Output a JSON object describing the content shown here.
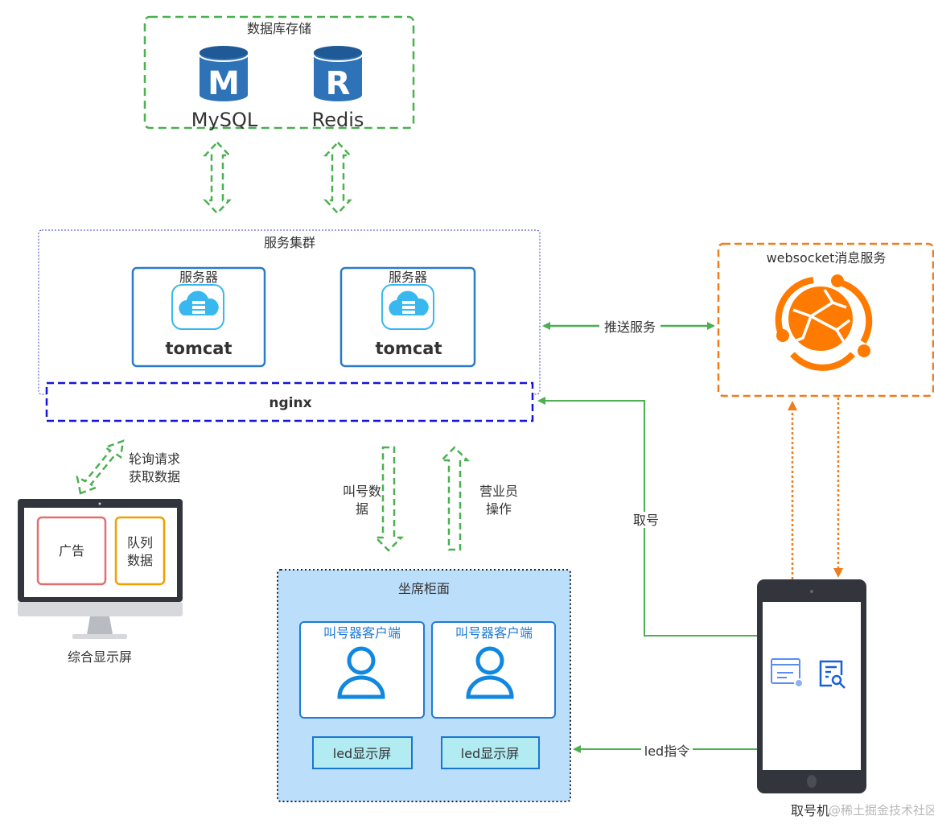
{
  "colors": {
    "green_link": "#4caf50",
    "blue_db": "#2e73b8",
    "nginx_blue": "#1515d8",
    "orange": "#f07c1a",
    "counter_fill": "#bbdefb",
    "led_fill": "#b2ebf2",
    "client_blue": "#1e7bd6"
  },
  "storage": {
    "title": "数据库存储",
    "items": [
      {
        "label": "MySQL",
        "letter": "M",
        "icon": "database-icon"
      },
      {
        "label": "Redis",
        "letter": "R",
        "icon": "database-icon"
      }
    ]
  },
  "cluster": {
    "title": "服务集群",
    "servers": [
      {
        "title": "服务器",
        "name": "tomcat",
        "icon": "cloud-server-icon"
      },
      {
        "title": "服务器",
        "name": "tomcat",
        "icon": "cloud-server-icon"
      }
    ],
    "nginx": "nginx"
  },
  "websocket": {
    "title": "websocket消息服务",
    "icon": "globe-network-icon"
  },
  "links": {
    "push": "推送服务",
    "take_number": "取号",
    "led_command": "led指令",
    "poll_line1": "轮询请求",
    "poll_line2": "获取数据",
    "call_data_line1": "叫号数",
    "call_data_line2": "据",
    "clerk_line1": "营业员",
    "clerk_line2": "操作"
  },
  "display": {
    "title": "综合显示屏",
    "ad": "广告",
    "queue_line1": "队列",
    "queue_line2": "数据"
  },
  "counter": {
    "title": "坐席柜面",
    "clients": [
      {
        "title": "叫号器客户端",
        "icon": "user-icon"
      },
      {
        "title": "叫号器客户端",
        "icon": "user-icon"
      }
    ],
    "leds": [
      "led显示屏",
      "led显示屏"
    ]
  },
  "kiosk": {
    "title": "取号机",
    "watermark": "@稀土掘金技术社区",
    "icons": [
      "form-user-icon",
      "document-search-icon"
    ]
  }
}
